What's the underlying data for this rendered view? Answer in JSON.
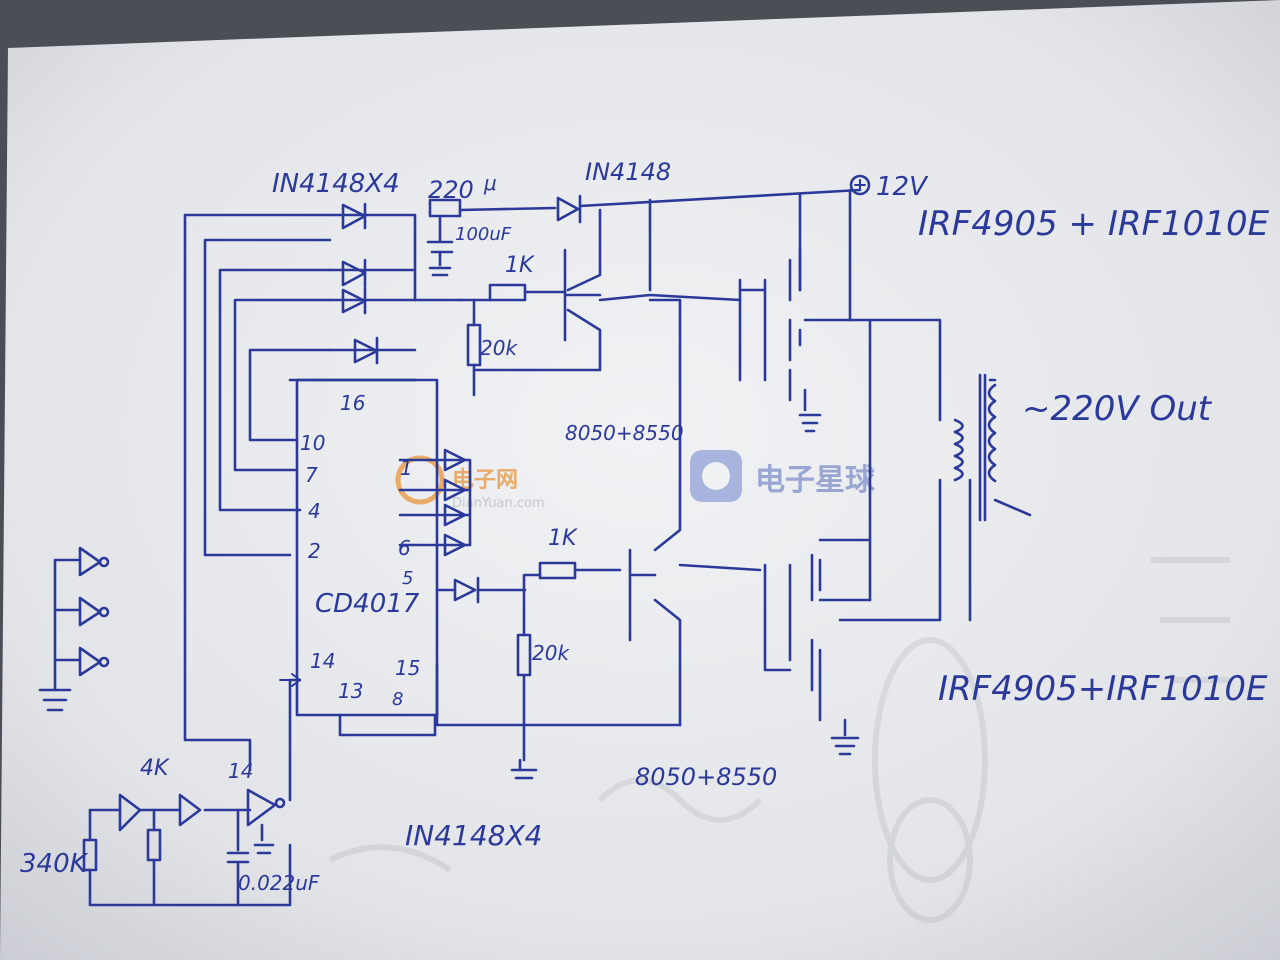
{
  "labels": {
    "diodes_top": "IN4148X4",
    "cap_220": "220",
    "cap_220_unit": "μ",
    "diode_top": "IN4148",
    "cap_100": "100uF",
    "supply": "12V",
    "res_top_1k": "1K",
    "res_top_20k": "20k",
    "mosfet_top": "IRF4905 + IRF1010E",
    "transistor_top": "8050+8550",
    "output": "~220V Out",
    "pin16": "16",
    "pin10": "10",
    "pin7": "7",
    "pin4": "4",
    "pin2": "2",
    "pin1": "1",
    "pin6": "6",
    "pin5": "5",
    "ic": "CD4017",
    "pin14": "14",
    "pin13": "13",
    "pin8": "8",
    "pin15": "15",
    "res_bot_1k": "1K",
    "res_bot_20k": "20k",
    "mosfet_bot": "IRF4905+IRF1010E",
    "transistor_bot": "8050+8550",
    "diodes_bot": "IN4148X4",
    "osc_4k": "4K",
    "osc_14": "14",
    "osc_340k": "340K",
    "osc_cap": "0.022uF"
  },
  "watermark": {
    "site": "电子网",
    "url": "DianYuan.com",
    "brand": "电子星球"
  }
}
